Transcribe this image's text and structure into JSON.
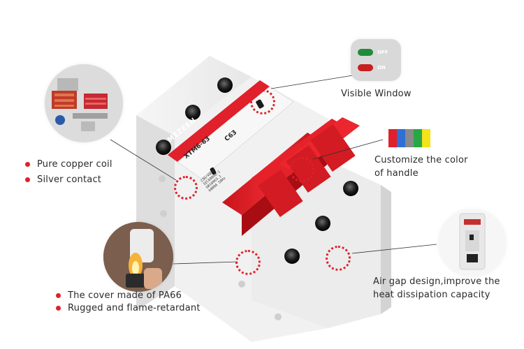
{
  "callouts": {
    "visible_window": "Visible Window",
    "customize_line1": "Customize the color",
    "customize_line2": "of handle",
    "pure_copper": "Pure copper coil",
    "silver_contact": "Silver contact",
    "cover_pa66": "The cover made of PA66",
    "flame": "Rugged and flame-retardant",
    "airgap_line1": "Air gap design,improve the",
    "airgap_line2": "heat dissipation capacity"
  },
  "window_indicator": {
    "off_label": "OFF",
    "on_label": "ON",
    "off_color": "#1e8c3a",
    "on_color": "#c81e1e"
  },
  "handle_colors": [
    "#e0202a",
    "#2f6fd6",
    "#8a8a8a",
    "#27a845",
    "#f4e21a"
  ],
  "breaker": {
    "brand": "MEZEEN",
    "model": "XTM6-63",
    "rating": "C63",
    "spec_lines": [
      "230/400V~",
      "IEC60898-1",
      "GB10963.1",
      "6000A 50Hz"
    ],
    "accent_color": "#e0202a"
  }
}
